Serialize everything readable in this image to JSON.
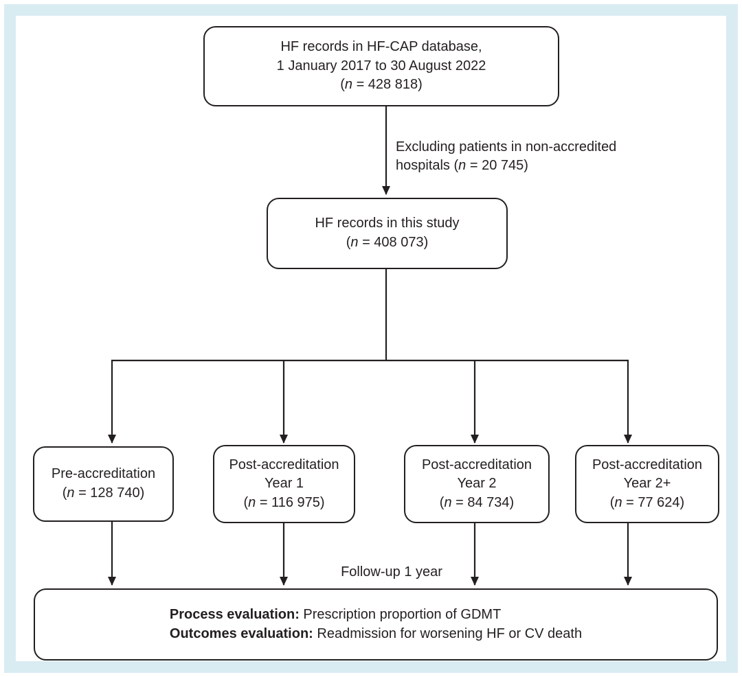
{
  "figure": {
    "colors": {
      "frame": "#d9ecf2",
      "line": "#231f20",
      "box_fill": "#ffffff"
    },
    "box_database": {
      "line1": "HF records in HF-CAP database,",
      "line2": "1 January 2017 to 30 August 2022",
      "n_open": "(",
      "n_symbol": "n",
      "n_rest": " = 428 818)"
    },
    "exclusion_note": {
      "line1": "Excluding patients in non-accredited",
      "line2_pre": "hospitals (",
      "n_symbol": "n",
      "line2_rest": " = 20 745)"
    },
    "box_study": {
      "line1": "HF records in this study",
      "n_open": "(",
      "n_symbol": "n",
      "n_rest": " = 408 073)"
    },
    "box_pre_accreditation": {
      "line1": "Pre-accreditation",
      "n_open": "(",
      "n_symbol": "n",
      "n_rest": " = 128 740)"
    },
    "box_post_year1": {
      "line1": "Post-accreditation",
      "line2": "Year 1",
      "n_open": "(",
      "n_symbol": "n",
      "n_rest": " = 116 975)"
    },
    "box_post_year2": {
      "line1": "Post-accreditation",
      "line2": "Year 2",
      "n_open": "(",
      "n_symbol": "n",
      "n_rest": " = 84 734)"
    },
    "box_post_year2plus": {
      "line1": "Post-accreditation",
      "line2": "Year 2+",
      "n_open": "(",
      "n_symbol": "n",
      "n_rest": " = 77 624)"
    },
    "followup_label": "Follow-up 1 year",
    "box_evaluation": {
      "process_label": "Process evaluation:",
      "process_text": " Prescription proportion of GDMT",
      "outcomes_label": "Outcomes evaluation:",
      "outcomes_text": " Readmission for worsening HF or CV death"
    }
  }
}
